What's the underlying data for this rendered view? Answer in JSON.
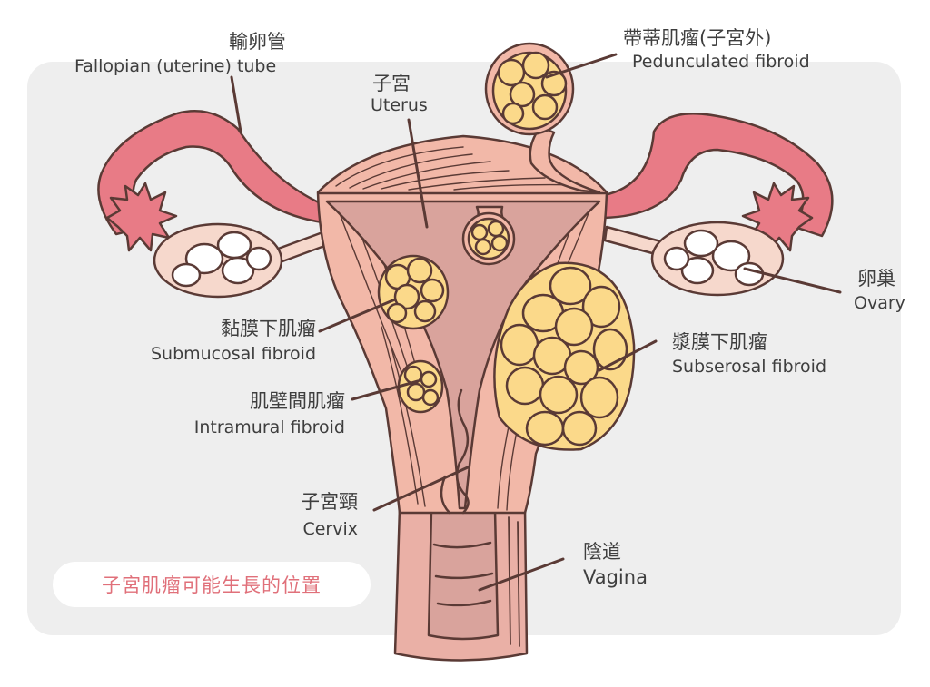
{
  "caption": "子宮肌瘤可能生長的位置",
  "labels": {
    "fallopian": {
      "zh": "輸卵管",
      "en": "Fallopian (uterine) tube"
    },
    "uterus": {
      "zh": "子宮",
      "en": "Uterus"
    },
    "pedunculated": {
      "zh": "帶蒂肌瘤(子宮外)",
      "en": "Pedunculated fibroid"
    },
    "ovary": {
      "zh": "卵巢",
      "en": "Ovary"
    },
    "subserosal": {
      "zh": "漿膜下肌瘤",
      "en": "Subserosal fibroid"
    },
    "submucosal": {
      "zh": "黏膜下肌瘤",
      "en": "Submucosal fibroid"
    },
    "intramural": {
      "zh": "肌壁間肌瘤",
      "en": "Intramural fibroid"
    },
    "cervix": {
      "zh": "子宮頸",
      "en": "Cervix"
    },
    "vagina": {
      "zh": "陰道",
      "en": "Vagina"
    }
  },
  "colors": {
    "outline": "#5a3a35",
    "tube": "#e87b86",
    "tissue": "#f2b8a8",
    "cavity": "#d9a39c",
    "fibroid": "#fbd98a",
    "panel": "#eeeeee",
    "caption": "#e0707a"
  }
}
